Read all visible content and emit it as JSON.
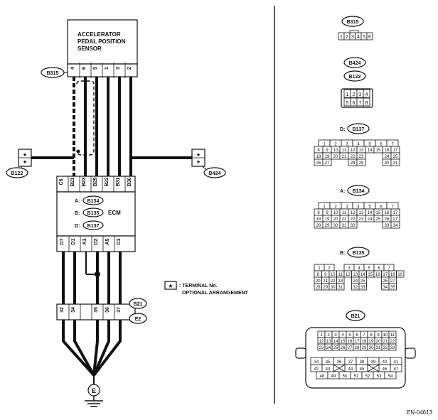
{
  "sensor": {
    "line1": "ACCELERATOR",
    "line2": "PEDAL POSITION",
    "line3": "SENSOR"
  },
  "sensor_pins": [
    "4",
    "6",
    "5",
    "1",
    "3",
    "2"
  ],
  "labels": {
    "b315": "B315",
    "b122": "B122",
    "b424": "B424",
    "b21": "B21",
    "e2": "E2",
    "ground": "E",
    "figure_id": "EN-04613"
  },
  "ecm": {
    "title": "ECM",
    "top_pins": [
      "C6",
      "B21",
      "B23",
      "B29",
      "B22",
      "B31",
      "B30"
    ],
    "bottom_pins": [
      "D7",
      "D1",
      "A3",
      "D2",
      "A5",
      "D3"
    ],
    "conn_a": {
      "letter": "A:",
      "name": "B134"
    },
    "conn_b": {
      "letter": "B:",
      "name": "B135"
    },
    "conn_d": {
      "letter": "D:",
      "name": "B137"
    }
  },
  "b21_pins": [
    "32",
    "34",
    "",
    "35",
    "36",
    "37"
  ],
  "star": "★",
  "legend": {
    "line1": ": TERMINAL No.",
    "line2": "OPTIONAL ARRANGEMENT"
  },
  "connectors": {
    "b315": {
      "label": "B315",
      "pins": [
        "1",
        "2",
        "3",
        "4",
        "5",
        "6"
      ]
    },
    "b424_b122": {
      "label_top": "B424",
      "label_bottom": "B122",
      "row1": [
        "1",
        "2",
        "3",
        "4"
      ],
      "row2": [
        "5",
        "6",
        "7",
        "8"
      ]
    },
    "b137": {
      "prefix": "D:",
      "label": "B137",
      "rows": [
        [
          "1",
          "2",
          "3",
          "4",
          "5",
          "6",
          "7"
        ],
        [
          "8",
          "9",
          "10",
          "11",
          "12",
          "13",
          "14",
          "15",
          "16",
          "17"
        ],
        [
          "18",
          "19",
          "20",
          "21",
          "22",
          "23",
          "",
          "",
          "24",
          "25"
        ],
        [
          "26",
          "27",
          "",
          "",
          "28",
          "29",
          "",
          "",
          "30",
          "31"
        ]
      ]
    },
    "b134": {
      "prefix": "A:",
      "label": "B134",
      "rows": [
        [
          "1",
          "2",
          "3",
          "4",
          "5",
          "6",
          "7"
        ],
        [
          "8",
          "9",
          "10",
          "11",
          "12",
          "13",
          "14",
          "15",
          "16",
          "17"
        ],
        [
          "18",
          "19",
          "20",
          "21",
          "22",
          "23",
          "24",
          "25",
          "26",
          "27"
        ],
        [
          "28",
          "29",
          "30",
          "31",
          "32",
          "",
          "",
          "",
          "33",
          "34"
        ]
      ]
    },
    "b135": {
      "prefix": "B:",
      "label": "B135",
      "rows": [
        [
          "1",
          "2",
          "",
          "3",
          "4",
          "5",
          "6",
          "7"
        ],
        [
          "8",
          "9",
          "10",
          "11",
          "12",
          "13",
          "14",
          "15",
          "16",
          "17",
          "18",
          "19"
        ],
        [
          "20",
          "21",
          "22",
          "23",
          "",
          "24",
          "25",
          "",
          "",
          "26",
          "27"
        ],
        [
          "28",
          "29",
          "30",
          "31",
          "",
          "32",
          "33",
          "",
          "",
          "34",
          "35"
        ]
      ]
    },
    "b21": {
      "label": "B21",
      "row1": [
        "1",
        "2",
        "3",
        "4",
        "5",
        "6",
        "7",
        "8",
        "9",
        "10",
        "11"
      ],
      "row2": [
        "12",
        "13",
        "14",
        "15",
        "16",
        "17",
        "18",
        "19",
        "20",
        "21",
        "22"
      ],
      "row3": [
        "23",
        "24",
        "25",
        "26",
        "27",
        "28",
        "29",
        "30",
        "31",
        "32",
        "33"
      ],
      "row4": [
        "34",
        "35",
        "36",
        "37",
        "38",
        "39",
        "40",
        "41"
      ],
      "row5": [
        "42",
        "43",
        "",
        "44",
        "45",
        "",
        "46",
        "47"
      ],
      "row6": [
        "48",
        "49",
        "50",
        "51",
        "52",
        "53",
        "54"
      ]
    }
  }
}
